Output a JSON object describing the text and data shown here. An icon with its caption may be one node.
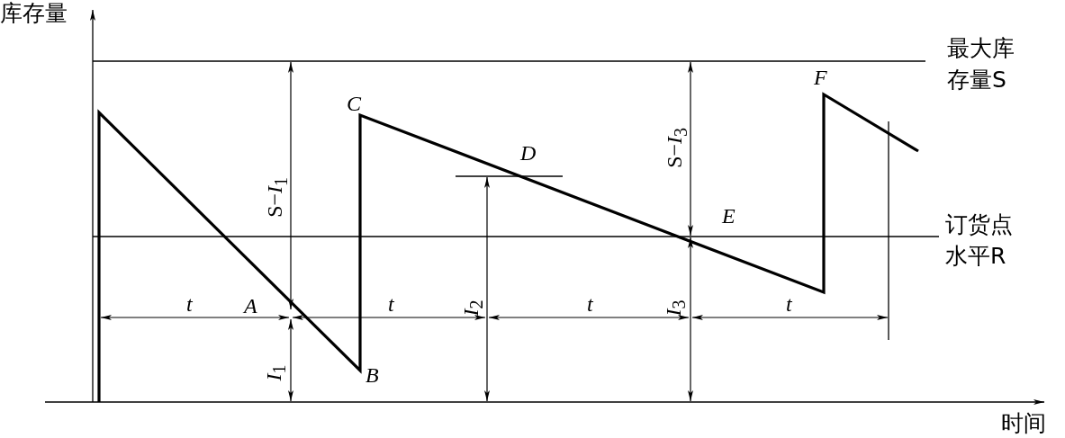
{
  "diagram": {
    "labels": [
      "库存量",
      "最大库存量S",
      "F",
      "C",
      "S−*I*$_{1}$",
      "S−*I*$_{3}$",
      "D",
      "E",
      "订货点水平R",
      "t",
      "A",
      "t",
      "*I*$_{2}$",
      "t",
      "*I*$_{3}$",
      "t",
      "*I*$_{1}$",
      "B",
      "时间"
    ]
  }
}
